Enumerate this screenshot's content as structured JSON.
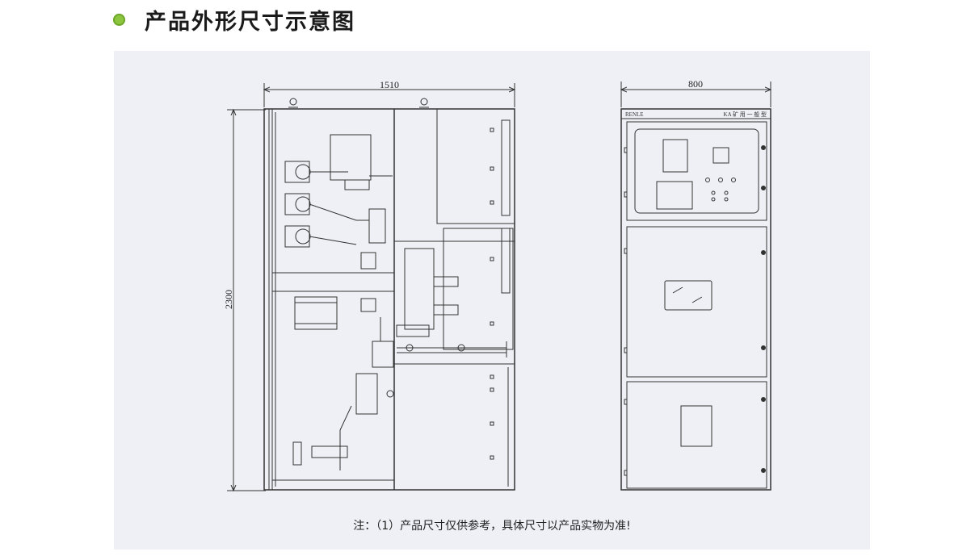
{
  "header": {
    "title": "产品外形尺寸示意图",
    "bullet_color": "#8cc63f"
  },
  "drawing": {
    "front_view": {
      "width_dim": "1510",
      "height_dim": "2300"
    },
    "side_view": {
      "width_dim": "800",
      "brand": "RENLE",
      "model_label": "KA 矿 用 一 般 型"
    }
  },
  "note": "注：（1）产品尺寸仅供参考，具体尺寸以产品实物为准!",
  "colors": {
    "panel_bg": "#eef0f6",
    "line": "#333333"
  }
}
